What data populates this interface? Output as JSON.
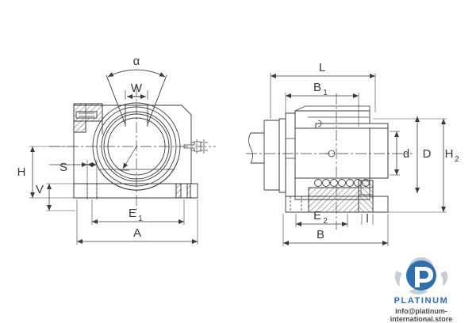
{
  "document": {
    "kind": "technical-drawing",
    "title": "Pillow block bearing unit dimension drawing",
    "background_color": "#ffffff",
    "line_color": "#3a3a3a",
    "label_color": "#3a3a3a"
  },
  "views": {
    "front": {
      "name": "Front view (axial)",
      "dimension_labels": [
        {
          "key": "alpha",
          "text": "α"
        },
        {
          "key": "W",
          "text": "W"
        },
        {
          "key": "H",
          "text": "H"
        },
        {
          "key": "S",
          "text": "S"
        },
        {
          "key": "V",
          "text": "V"
        },
        {
          "key": "E1",
          "text": "E",
          "sub": "1"
        },
        {
          "key": "A",
          "text": "A"
        }
      ]
    },
    "side": {
      "name": "Side view (section)",
      "dimension_labels": [
        {
          "key": "L",
          "text": "L"
        },
        {
          "key": "B1",
          "text": "B",
          "sub": "1"
        },
        {
          "key": "d",
          "text": "d"
        },
        {
          "key": "D",
          "text": "D"
        },
        {
          "key": "H2",
          "text": "H",
          "sub": "2"
        },
        {
          "key": "E2",
          "text": "E",
          "sub": "2"
        },
        {
          "key": "B",
          "text": "B"
        },
        {
          "key": "l",
          "text": "l"
        }
      ]
    }
  },
  "watermark": {
    "brand": "PLATINUM",
    "email": "info@platinum-international.store",
    "logo_icon": "platinum-p-logo-icon",
    "brand_color": "#2f6fb0",
    "logo_light_color": "#c3cfd8",
    "logo_dark_color": "#2f6fb0"
  }
}
